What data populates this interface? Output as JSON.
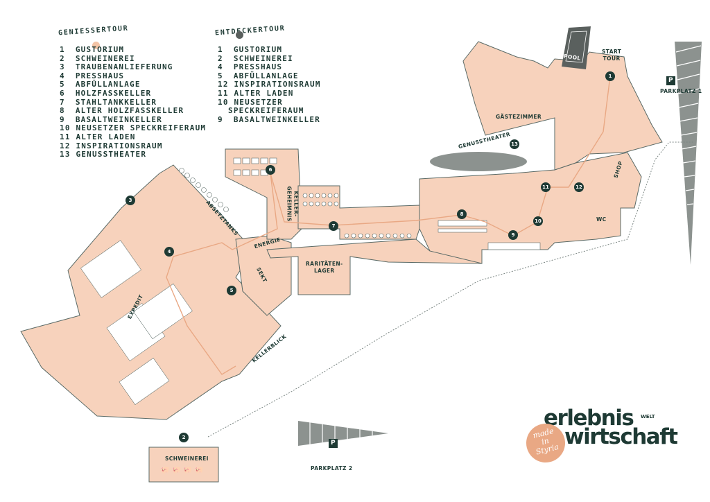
{
  "colors": {
    "building": "#f7d2bc",
    "outline": "#5a6a66",
    "route": "#e9a884",
    "dark": "#1e3a34",
    "parking": "#8c928f",
    "genuss_dot": "#f3c4a6",
    "entdecker_dot": "#5a605e"
  },
  "tours": {
    "geniesser": {
      "title": "GENIESSERTOUR",
      "stops": [
        {
          "n": "1",
          "label": "GUSTORIUM"
        },
        {
          "n": "2",
          "label": "SCHWEINEREI"
        },
        {
          "n": "3",
          "label": "TRAUBENANLIEFERUNG"
        },
        {
          "n": "4",
          "label": "PRESSHAUS"
        },
        {
          "n": "5",
          "label": "ABFÜLLANLAGE"
        },
        {
          "n": "6",
          "label": "HOLZFASSKELLER"
        },
        {
          "n": "7",
          "label": "STAHLTANKKELLER"
        },
        {
          "n": "8",
          "label": "ALTER HOLZFASSKELLER"
        },
        {
          "n": "9",
          "label": "BASALTWEINKELLER"
        },
        {
          "n": "10",
          "label": "NEUSETZER SPECKREIFERAUM"
        },
        {
          "n": "11",
          "label": "ALTER LADEN"
        },
        {
          "n": "12",
          "label": "INSPIRATIONSRAUM"
        },
        {
          "n": "13",
          "label": "GENUSSTHEATER"
        }
      ]
    },
    "entdecker": {
      "title": "ENTDECKERTOUR",
      "stops": [
        {
          "n": "1",
          "label": "GUSTORIUM"
        },
        {
          "n": "2",
          "label": "SCHWEINEREI"
        },
        {
          "n": "4",
          "label": "PRESSHAUS"
        },
        {
          "n": "5",
          "label": "ABFÜLLANLAGE"
        },
        {
          "n": "12",
          "label": "INSPIRATIONSRAUM"
        },
        {
          "n": "11",
          "label": "ALTER LADEN"
        },
        {
          "n": "10",
          "label": "NEUSETZER"
        },
        {
          "n": "",
          "label": "SPECKREIFERAUM"
        },
        {
          "n": "9",
          "label": "BASALTWEINKELLER"
        }
      ]
    }
  },
  "areas": {
    "pool": "POOL",
    "start_tour_1": "START",
    "start_tour_2": "TOUR",
    "parkplatz1": "PARKPLATZ 1",
    "parkplatz2": "PARKPLATZ 2",
    "parking_symbol": "P",
    "gaestezimmer": "GÄSTEZIMMER",
    "genusstheater": "GENUSSTHEATER",
    "shop": "SHOP",
    "wc": "WC",
    "kellergeheimnis_1": "KELLER-",
    "kellergeheimnis_2": "GEHEIMNIS",
    "absetztanks": "ABSETZTANKS",
    "energie": "ENERGIE",
    "sekt": "SEKT",
    "raritaeten_1": "RARITÄTEN-",
    "raritaeten_2": "LAGER",
    "expedit": "EXPEDIT",
    "kellerblick": "KELLERBLICK",
    "schweinerei": "SCHWEINEREI"
  },
  "markers": [
    "1",
    "2",
    "3",
    "4",
    "5",
    "6",
    "7",
    "8",
    "9",
    "10",
    "11",
    "12",
    "13"
  ],
  "brand": {
    "line1": "erlebnis",
    "welt": "WELT",
    "line2": "wirtschaft",
    "badge_1": "made",
    "badge_2": "in",
    "badge_3": "Styria"
  }
}
